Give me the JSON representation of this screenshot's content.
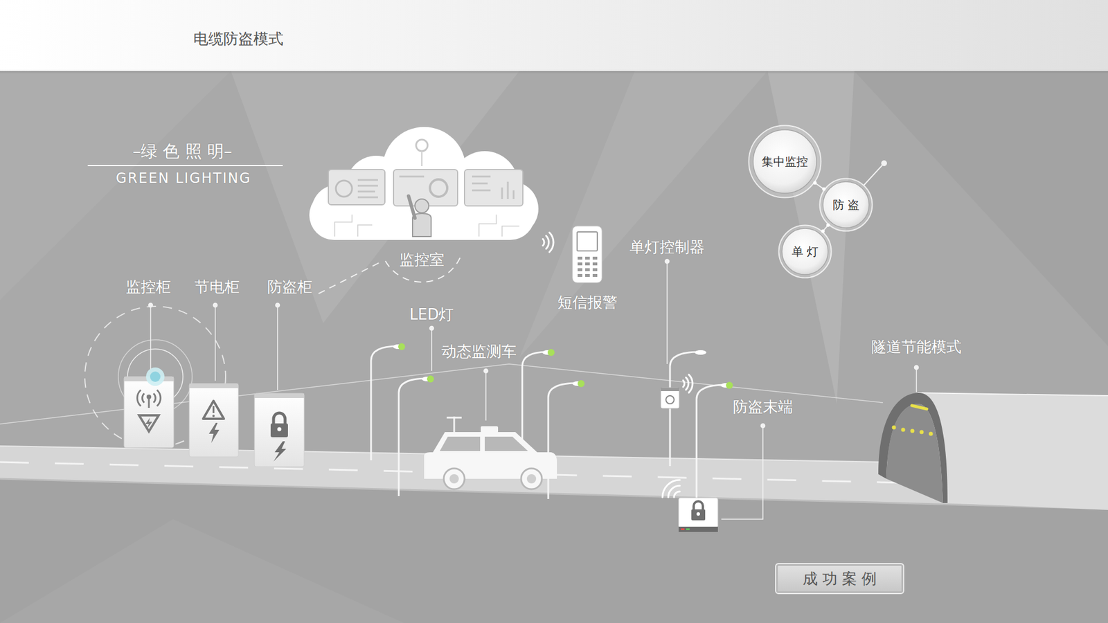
{
  "diagram": {
    "title": "电缆防盗模式",
    "nodes": [
      {
        "text": [
          "监控室"
        ]
      },
      {
        "text": [
          "集中监控"
        ]
      },
      {
        "text": [
          "防 盗"
        ]
      },
      {
        "text": [
          "单 灯"
        ]
      },
      {
        "text": [
          "成 功 案 例"
        ]
      }
    ],
    "edges": [
      {
        "from": 1,
        "to": 2,
        "arrow": "none"
      },
      {
        "from": 2,
        "to": 3,
        "arrow": "none"
      }
    ],
    "labels": [
      "–绿 色 照 明–",
      "GREEN LIGHTING",
      "监控柜",
      "节电柜",
      "防盗柜",
      "LED灯",
      "动态监测车",
      "短信报警",
      "单灯控制器",
      "防盗末端",
      "隧道节能模式"
    ]
  }
}
